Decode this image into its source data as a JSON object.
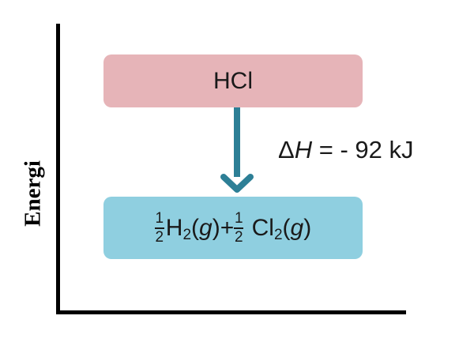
{
  "axis": {
    "y_label": "Energi"
  },
  "reactant_box": {
    "label": "HCl",
    "color": "#e6b4b8"
  },
  "product_box": {
    "color": "#8fcfe0",
    "frac1_num": "1",
    "frac1_den": "2",
    "species1": "H",
    "species1_sub": "2",
    "state1_open": "(",
    "state1": "g",
    "state1_close": ")",
    "plus": " +",
    "frac2_num": "1",
    "frac2_den": "2",
    "species2": " Cl",
    "species2_sub": "2",
    "state2_open": "(",
    "state2": "g",
    "state2_close": ")"
  },
  "enthalpy": {
    "delta": "Δ",
    "symbol": "H",
    "value_text": " = - 92 kJ"
  },
  "arrow": {
    "color": "#2d7f96",
    "direction": "down"
  }
}
